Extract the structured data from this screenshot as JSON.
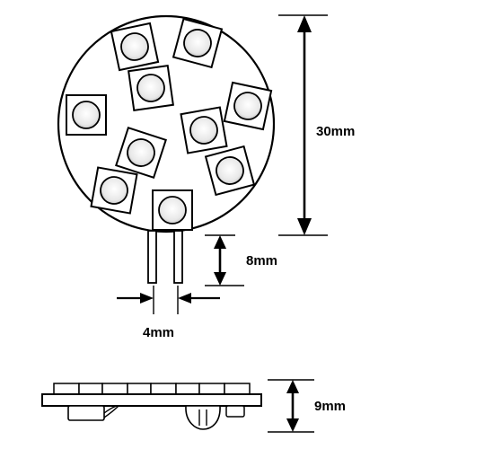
{
  "dimensions": {
    "diameter": "30mm",
    "pin_length": "8mm",
    "pin_spacing": "4mm",
    "thickness": "9mm"
  },
  "colors": {
    "line": "#000000",
    "background": "#ffffff",
    "led_face": "#eeeeee"
  }
}
